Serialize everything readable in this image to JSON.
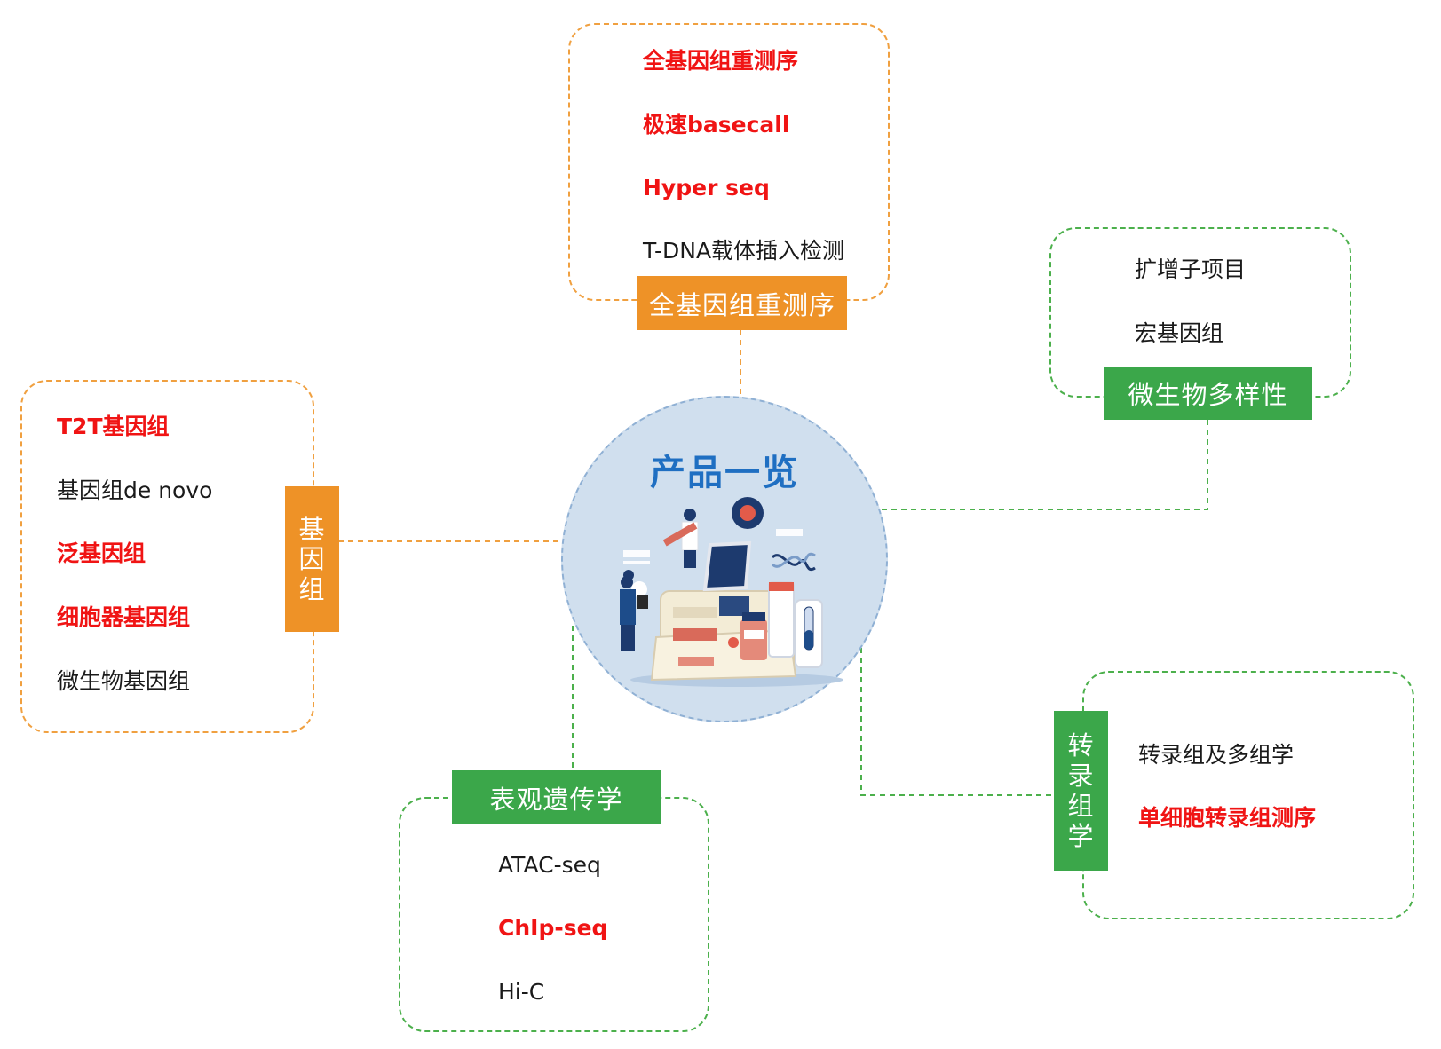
{
  "hub": {
    "title": "产品一览"
  },
  "nodes": {
    "wgs": {
      "label": "全基因组重测序",
      "items": [
        {
          "text": "全基因组重测序",
          "highlight": true
        },
        {
          "text": "极速basecall",
          "highlight": true
        },
        {
          "text": "Hyper seq",
          "highlight": true
        },
        {
          "text": "T-DNA载体插入检测",
          "highlight": false
        }
      ]
    },
    "microbe": {
      "label": "微生物多样性",
      "items": [
        {
          "text": "扩增子项目",
          "highlight": false
        },
        {
          "text": "宏基因组",
          "highlight": false
        }
      ]
    },
    "genome": {
      "label_chars": [
        "基",
        "因",
        "组"
      ],
      "items": [
        {
          "text": "T2T基因组",
          "highlight": true
        },
        {
          "text": "基因组de novo",
          "highlight": false
        },
        {
          "text": "泛基因组",
          "highlight": true
        },
        {
          "text": "细胞器基因组",
          "highlight": true
        },
        {
          "text": "微生物基因组",
          "highlight": false
        }
      ]
    },
    "epigenetics": {
      "label": "表观遗传学",
      "items": [
        {
          "text": "ATAC-seq",
          "highlight": false
        },
        {
          "text": "ChIp-seq",
          "highlight": true
        },
        {
          "text": "Hi-C",
          "highlight": false
        }
      ]
    },
    "transcriptome": {
      "label_chars": [
        "转",
        "录",
        "组",
        "学"
      ],
      "items": [
        {
          "text": "转录组及多组学",
          "highlight": false
        },
        {
          "text": "单细胞转录组测序",
          "highlight": true
        }
      ]
    }
  },
  "colors": {
    "orange": "#ee9227",
    "green": "#3ba74a",
    "highlight_text": "#f01414",
    "hub_title": "#1f6fc2",
    "hub_fill": "#d0dfee"
  }
}
